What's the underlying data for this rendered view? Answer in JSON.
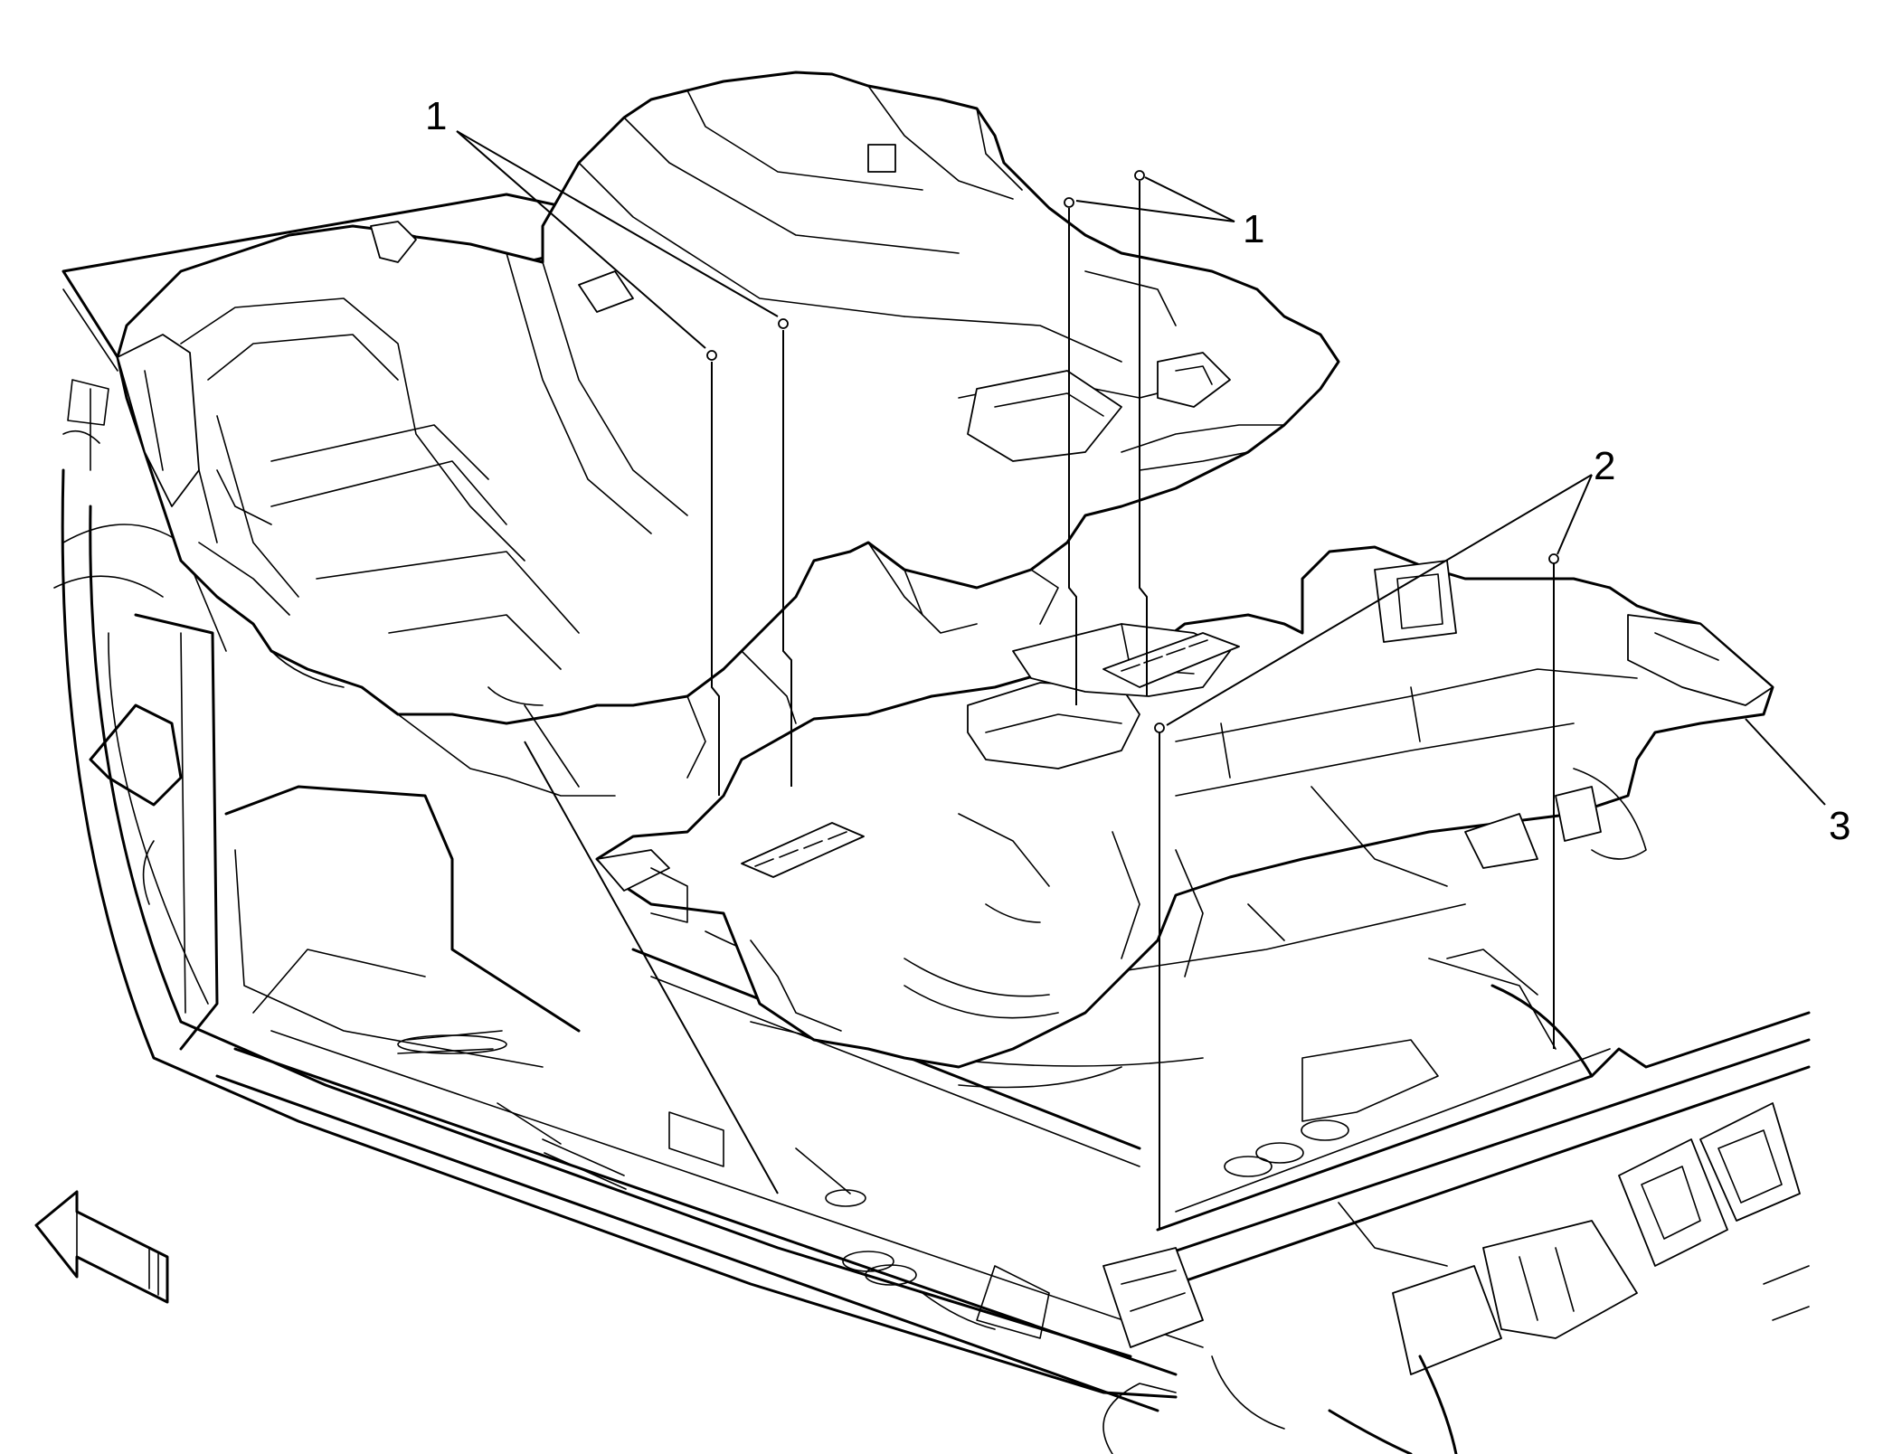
{
  "callouts": [
    {
      "id": "1a",
      "label": "1"
    },
    {
      "id": "1b",
      "label": "1"
    },
    {
      "id": "2",
      "label": "2"
    },
    {
      "id": "3",
      "label": "3"
    }
  ],
  "forward_arrow": {
    "icon": "forward-arrow-icon"
  },
  "colors": {
    "line": "#000000",
    "background": "#ffffff"
  }
}
